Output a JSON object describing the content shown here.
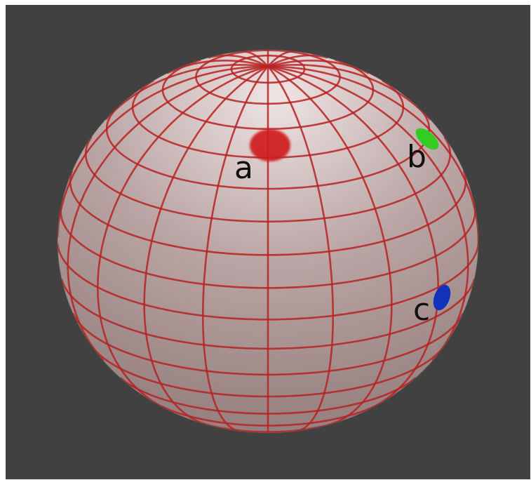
{
  "labels": {
    "a": "a",
    "b": "b",
    "c": "c"
  },
  "colors": {
    "frame": "#ffffff",
    "background": "#414141",
    "sphere_highlight": "#efe4e4",
    "sphere_mid": "#bba6a6",
    "sphere_shadow": "#8f7979",
    "grid_line": "#b72222",
    "marker_a": "#d01f1f",
    "marker_b": "#33cc22",
    "marker_c": "#1133bb"
  },
  "sphere": {
    "grid": {
      "meridians": 20,
      "parallels": 18
    }
  },
  "markers": [
    {
      "id": "a",
      "color_key": "marker_a"
    },
    {
      "id": "b",
      "color_key": "marker_b"
    },
    {
      "id": "c",
      "color_key": "marker_c"
    }
  ]
}
